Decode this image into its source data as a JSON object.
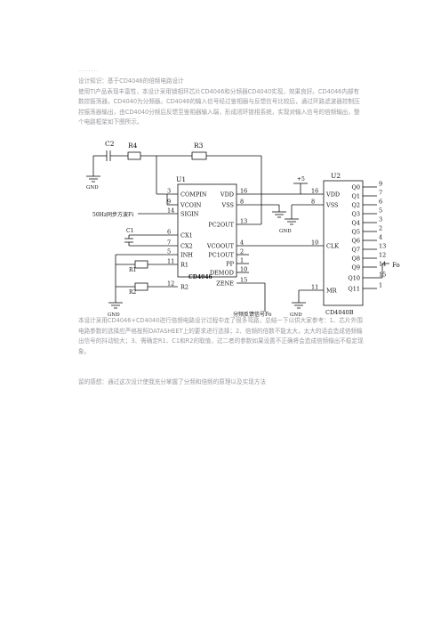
{
  "header_dots": "........",
  "intro": {
    "title": "设计知识：基于CD4046的倍频电路设计",
    "body": "使用TI产品表现丰富性，本设计采用锁相环芯片CD4046和分频器CD4040实现，效果良好。CD4046内部有数控振荡器，CD4040为分频器。CD4046的输入信号经过鉴相器与反馈信号比较后，通过环路滤波器控制压控振荡器输出，由CD4040分频后反馈至鉴相器输入端，形成闭环锁相系统，实现对输入信号的倍频输出，整个电路框架如下图所示。"
  },
  "schematic": {
    "gnd_label": "GND",
    "vcc_label": "+5",
    "fout_label": "Fo",
    "input_label": "50Hz同步方波Fi",
    "feedback_label": "分频反馈信号Fo",
    "u1": {
      "ref": "U1",
      "name": "CD4046",
      "left_pins": [
        {
          "num": "3",
          "name": "COMPIN"
        },
        {
          "num": "9",
          "name": "VCOIN"
        },
        {
          "num": "14",
          "name": "SIGIN"
        },
        {
          "num": "6",
          "name": "CX1"
        },
        {
          "num": "7",
          "name": "CX2"
        },
        {
          "num": "5",
          "name": "INH"
        },
        {
          "num": "11",
          "name": "R1"
        },
        {
          "num": "12",
          "name": "R2"
        }
      ],
      "right_pins": [
        {
          "num": "16",
          "name": "VDD"
        },
        {
          "num": "8",
          "name": "VSS"
        },
        {
          "num": "13",
          "name": "PC2OUT"
        },
        {
          "num": "4",
          "name": "VCOOUT"
        },
        {
          "num": "2",
          "name": "PC1OUT"
        },
        {
          "num": "1",
          "name": "PP"
        },
        {
          "num": "10",
          "name": "DEMOD"
        },
        {
          "num": "15",
          "name": "ZENE"
        }
      ]
    },
    "u2": {
      "ref": "U2",
      "name": "CD4040B",
      "left_pins": [
        {
          "num": "16",
          "name": "VDD"
        },
        {
          "num": "8",
          "name": "VSS"
        },
        {
          "num": "10",
          "name": "CLK"
        },
        {
          "num": "11",
          "name": "MR"
        }
      ],
      "right_pins": [
        {
          "num": "9",
          "name": "Q0"
        },
        {
          "num": "7",
          "name": "Q1"
        },
        {
          "num": "6",
          "name": "Q2"
        },
        {
          "num": "5",
          "name": "Q3"
        },
        {
          "num": "3",
          "name": "Q4"
        },
        {
          "num": "2",
          "name": "Q5"
        },
        {
          "num": "4",
          "name": "Q6"
        },
        {
          "num": "13",
          "name": "Q7"
        },
        {
          "num": "12",
          "name": "Q8"
        },
        {
          "num": "14",
          "name": "Q9"
        },
        {
          "num": "15",
          "name": "Q10"
        },
        {
          "num": "1",
          "name": "Q11"
        }
      ]
    },
    "components": {
      "c2": "C2",
      "r4": "R4",
      "r3": "R3",
      "c1": "C1",
      "r1": "R1",
      "r2": "R2"
    }
  },
  "notes": {
    "body": "本设计采用CD4046+CD4040进行倍频电路设计过程中走了很多弯路，总结一下以供大家参考：1、芯片外围电路参数的选择应严格按照DATASHEET上的要求进行选择；2、倍频的倍数不能太大，太大的话会造成倍频输出信号的抖动较大；3、需确定R1、C1和R2的取值，过二者的参数如果设置不正确将会造成倍频输出不稳定现象。"
  },
  "closing": {
    "body": "留的感想：通过这次设计使我充分掌握了分频和倍频的原理以及实现方法"
  }
}
